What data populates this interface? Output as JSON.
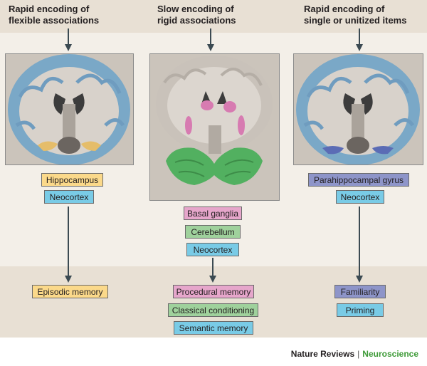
{
  "columns": [
    {
      "heading_line1": "Rapid encoding of",
      "heading_line2": "flexible associations",
      "structures": [
        "Hippocampus",
        "Neocortex"
      ],
      "memory_types": [
        "Episodic memory"
      ]
    },
    {
      "heading_line1": "Slow encoding of",
      "heading_line2": "rigid associations",
      "structures": [
        "Basal ganglia",
        "Cerebellum",
        "Neocortex"
      ],
      "memory_types": [
        "Procedural memory",
        "Classical conditioning",
        "Semantic memory"
      ]
    },
    {
      "heading_line1": "Rapid encoding of",
      "heading_line2": "single or unitized items",
      "structures": [
        "Parahippocampal gyrus",
        "Neocortex"
      ],
      "memory_types": [
        "Familiarity",
        "Priming"
      ]
    }
  ],
  "footer": {
    "journal": "Nature Reviews",
    "separator": "|",
    "section": "Neuroscience"
  },
  "colors": {
    "hippocampus": "#fbd98a",
    "neocortex": "#79cbe6",
    "basal_ganglia": "#e6a6cb",
    "cerebellum": "#9fd19c",
    "parahippocampal": "#8e95c9",
    "band_dark": "#e8e0d4",
    "band_light": "#f3efe8",
    "arrow": "#3b4a52",
    "footer_accent": "#3d9a37"
  },
  "icons": [
    "coronal-brain-scan-image",
    "cerebellum-brain-scan-image",
    "down-arrow-icon"
  ]
}
